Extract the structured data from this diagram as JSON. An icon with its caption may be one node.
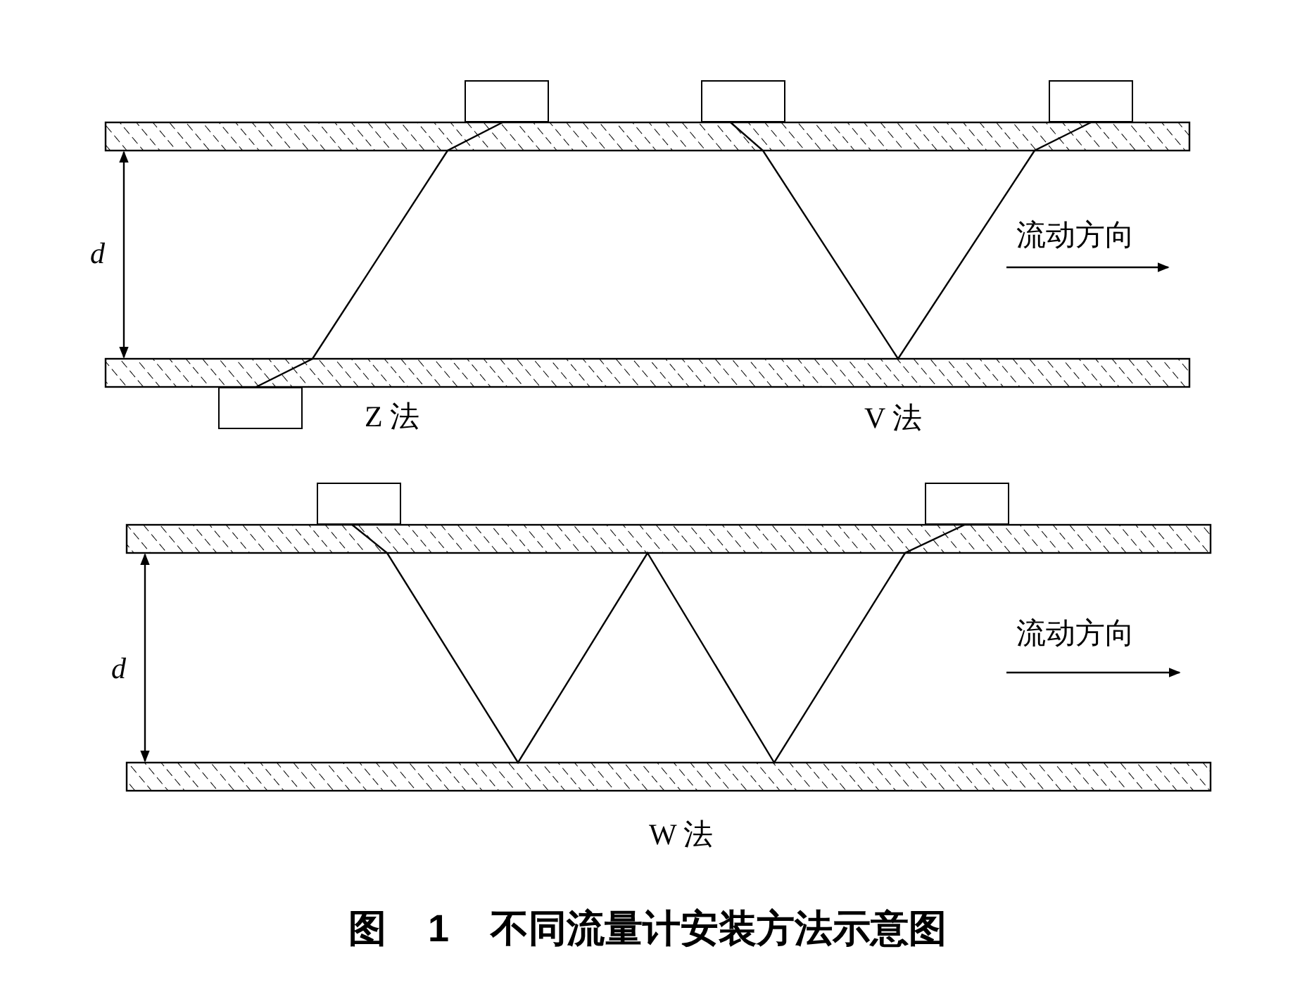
{
  "diagram": {
    "caption": "图 1 不同流量计安装方法示意图",
    "nodes": [
      {
        "text": [],
        "shape": "box"
      },
      {
        "text": [],
        "shape": "box"
      },
      {
        "text": [],
        "shape": "box"
      },
      {
        "text": [],
        "shape": "box"
      },
      {
        "text": [],
        "shape": "box"
      },
      {
        "text": [],
        "shape": "box"
      }
    ],
    "edges": [
      {
        "from": 3,
        "to": 0,
        "arrow": "none"
      },
      {
        "from": 1,
        "to": 2,
        "arrow": "none"
      },
      {
        "from": 4,
        "to": 5,
        "arrow": "none"
      }
    ],
    "labels": [
      "d",
      "流动方向",
      "Z 法",
      "V 法",
      "d",
      "流动方向",
      "W 法"
    ]
  }
}
